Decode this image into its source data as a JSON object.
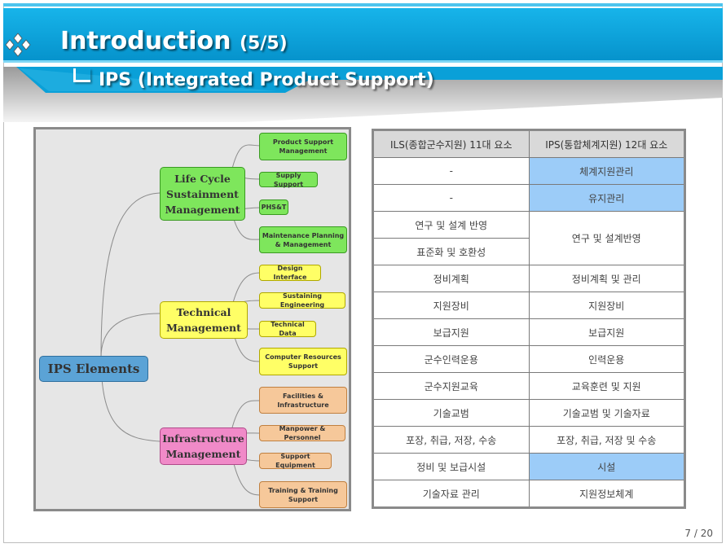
{
  "header": {
    "title": "Introduction",
    "title_page": "(5/5)",
    "subtitle": "IPS (Integrated Product Support)"
  },
  "colors": {
    "header_blue": "#0aa0d8",
    "highlight_cell": "#9cccf8",
    "green_node": "#7ee65c",
    "yellow_node": "#ffff66",
    "pink_node": "#f08ac8",
    "orange_node": "#f6c89a",
    "root_node": "#5ba3d6"
  },
  "mindmap": {
    "root": "IPS Elements",
    "branches": [
      {
        "label": "Life Cycle Sustainment Management",
        "leaves": [
          "Product Support Management",
          "Supply Support",
          "PHS&T",
          "Maintenance Planning & Management"
        ]
      },
      {
        "label": "Technical Management",
        "leaves": [
          "Design Interface",
          "Sustaining Engineering",
          "Technical Data",
          "Computer Resources Support"
        ]
      },
      {
        "label": "Infrastructure Management",
        "leaves": [
          "Facilities & Infrastructure",
          "Manpower & Personnel",
          "Support Equipment",
          "Training & Training Support"
        ]
      }
    ]
  },
  "table": {
    "headers": [
      "ILS(종합군수지원) 11대 요소",
      "IPS(통합체계지원) 12대 요소"
    ],
    "rows": [
      {
        "ils": "-",
        "ips": "체계지원관리",
        "ips_highlight": true
      },
      {
        "ils": "-",
        "ips": "유지관리",
        "ips_highlight": true
      },
      {
        "ils": "연구 및 설계 반영",
        "ips": "연구 및 설계반영",
        "ips_rowspan": 2
      },
      {
        "ils": "표준화 및 호환성"
      },
      {
        "ils": "정비계획",
        "ips": "정비계획 및 관리"
      },
      {
        "ils": "지원장비",
        "ips": "지원장비"
      },
      {
        "ils": "보급지원",
        "ips": "보급지원"
      },
      {
        "ils": "군수인력운용",
        "ips": "인력운용"
      },
      {
        "ils": "군수지원교육",
        "ips": "교육훈련 및 지원"
      },
      {
        "ils": "기술교범",
        "ips": "기술교범 및 기술자료"
      },
      {
        "ils": "포장, 취급, 저장, 수송",
        "ips": "포장, 취급, 저장 및 수송"
      },
      {
        "ils": "정비 및 보급시설",
        "ips": "시설",
        "ips_highlight": true
      },
      {
        "ils": "기술자료 관리",
        "ips": "지원정보체계"
      }
    ]
  },
  "footer": {
    "page_number": "7 / 20"
  }
}
